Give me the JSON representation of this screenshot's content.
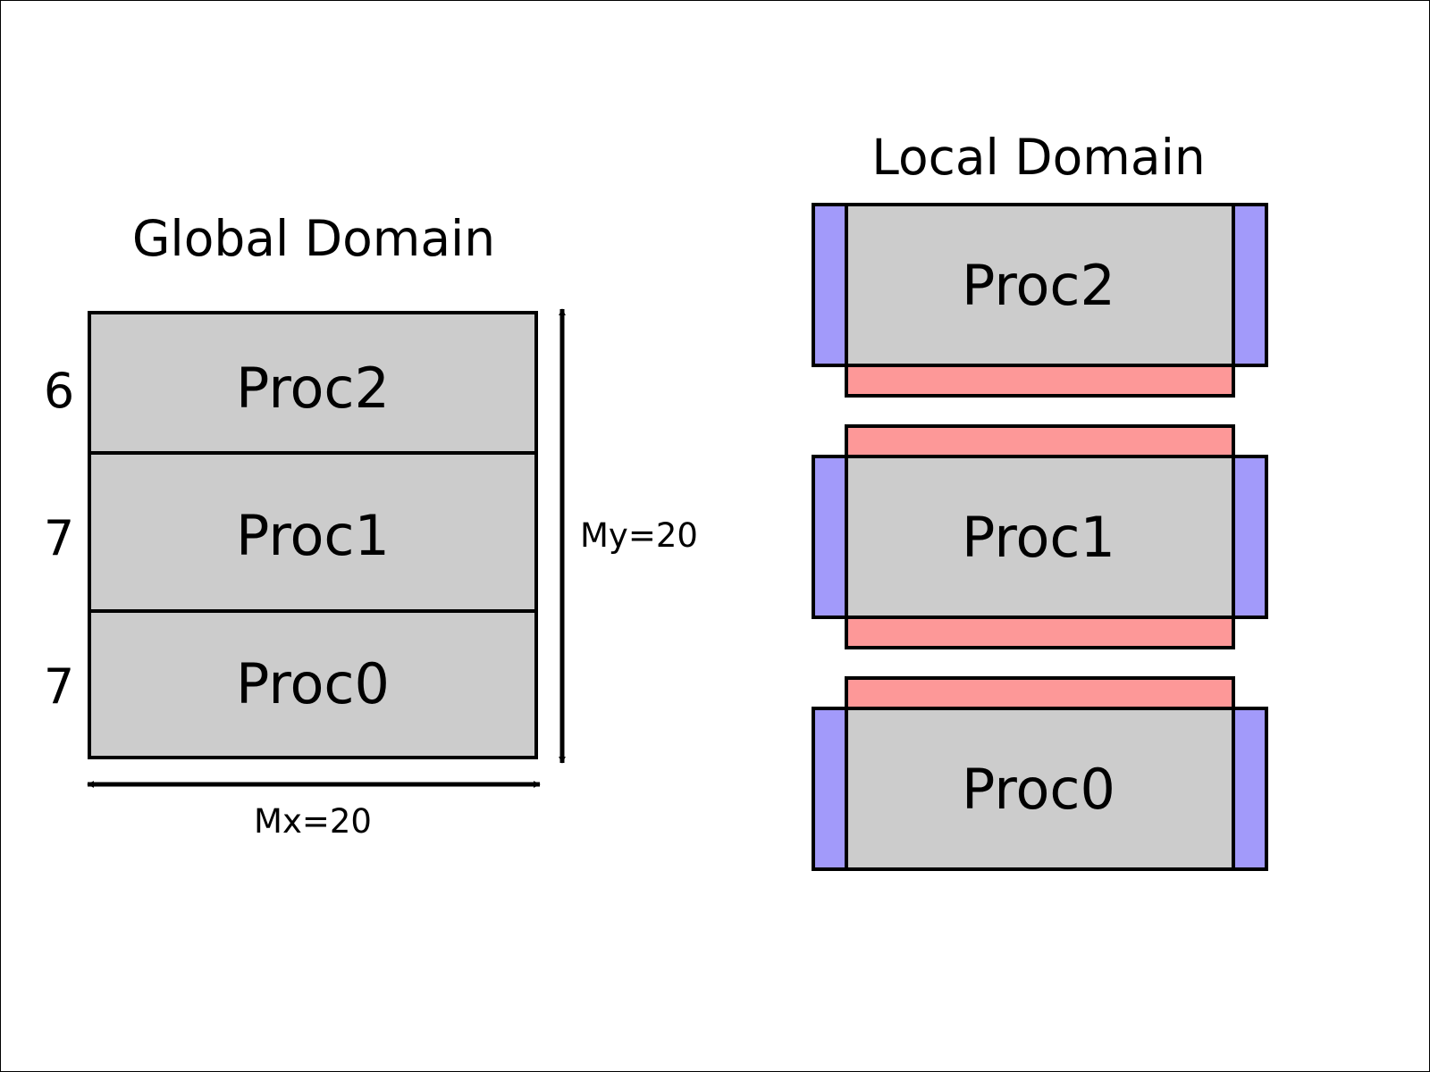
{
  "global": {
    "title": "Global Domain",
    "procs": [
      {
        "label": "Proc2",
        "rows": "6"
      },
      {
        "label": "Proc1",
        "rows": "7"
      },
      {
        "label": "Proc0",
        "rows": "7"
      }
    ],
    "mx_label": "Mx=20",
    "my_label": "My=20"
  },
  "local": {
    "title": "Local Domain",
    "procs": [
      {
        "label": "Proc2"
      },
      {
        "label": "Proc1"
      },
      {
        "label": "Proc0"
      }
    ]
  },
  "colors": {
    "domain_fill": "#cccccc",
    "ghost_x": "#a29afa",
    "ghost_y": "#fd9898",
    "stroke": "#000000"
  }
}
